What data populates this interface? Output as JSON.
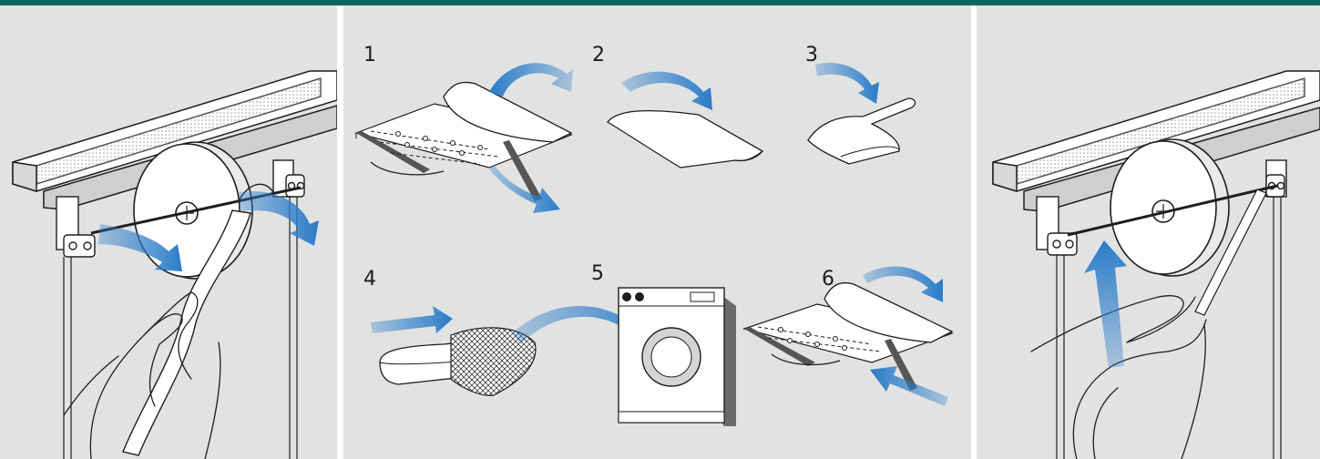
{
  "colors": {
    "accent_bar": "#08685f",
    "panel_background": "#e1e2e2",
    "arrow_blue": "#2a7cc9",
    "line": "#1e1e1e"
  },
  "steps": [
    {
      "number": "1",
      "icon": "unfold-remove-tape-icon"
    },
    {
      "number": "2",
      "icon": "fold-fabric-icon"
    },
    {
      "number": "3",
      "icon": "fold-again-icon"
    },
    {
      "number": "4",
      "icon": "laundry-bag-icon"
    },
    {
      "number": "5",
      "icon": "washing-machine-icon"
    },
    {
      "number": "6",
      "icon": "reattach-tape-icon"
    }
  ],
  "panels": {
    "left": {
      "icon": "remove-curtain-from-roller-icon"
    },
    "right": {
      "icon": "attach-curtain-to-roller-icon"
    }
  }
}
